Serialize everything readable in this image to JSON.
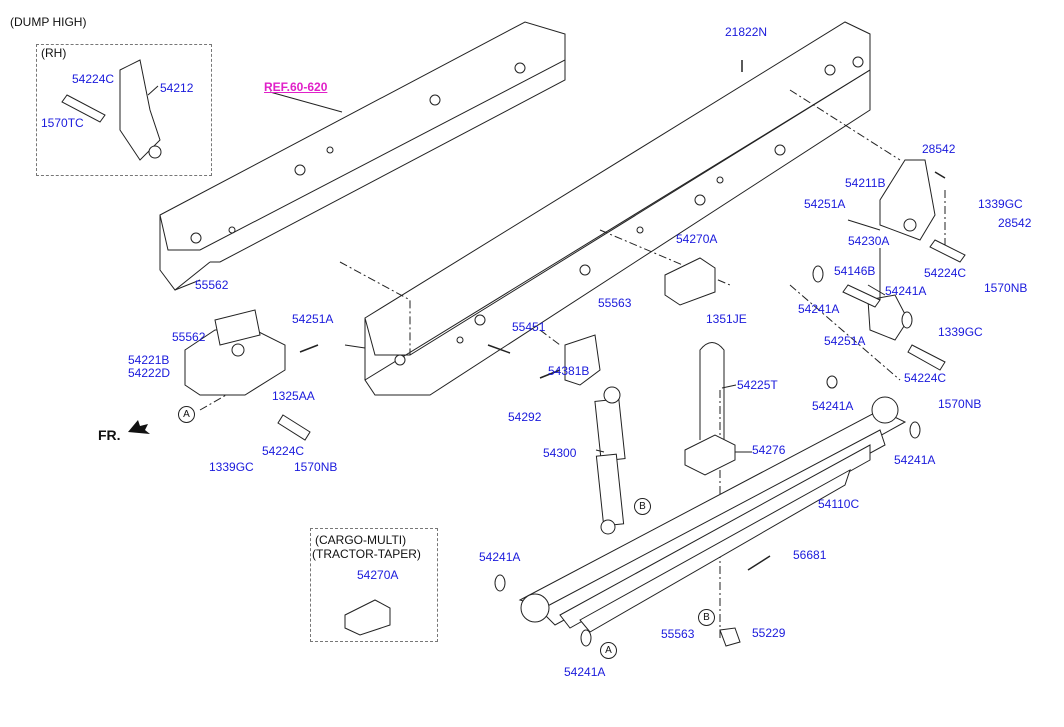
{
  "header": {
    "variant": "(DUMP HIGH)"
  },
  "rh_box": {
    "label": "(RH)",
    "parts": [
      "54224C",
      "54212",
      "1570TC"
    ]
  },
  "ref_link": "REF.60-620",
  "cargo_box": {
    "line1": "(CARGO-MULTI)",
    "line2": "(TRACTOR-TAPER)",
    "part": "54270A"
  },
  "front_indicator": "FR.",
  "markers": {
    "a": "A",
    "b": "B"
  },
  "parts": [
    "21822N",
    "28542",
    "54211B",
    "1339GC",
    "54251A",
    "28542",
    "54230A",
    "54146B",
    "54270A",
    "54224C",
    "1570NB",
    "54241A",
    "54241A",
    "1339GC",
    "55563",
    "1351JE",
    "55451",
    "55562",
    "55562",
    "54251A",
    "54221B",
    "54222D",
    "1325AA",
    "54292",
    "54381B",
    "54251A",
    "54224C",
    "54225T",
    "54241A",
    "1570NB",
    "54241A",
    "54300",
    "54276",
    "1339GC",
    "54224C",
    "1570NB",
    "54110C",
    "56681",
    "54241A",
    "55563",
    "55229",
    "54241A"
  ],
  "colors": {
    "part_label": "#1a1adc",
    "ref_label": "#e020c8",
    "line": "#222222"
  }
}
